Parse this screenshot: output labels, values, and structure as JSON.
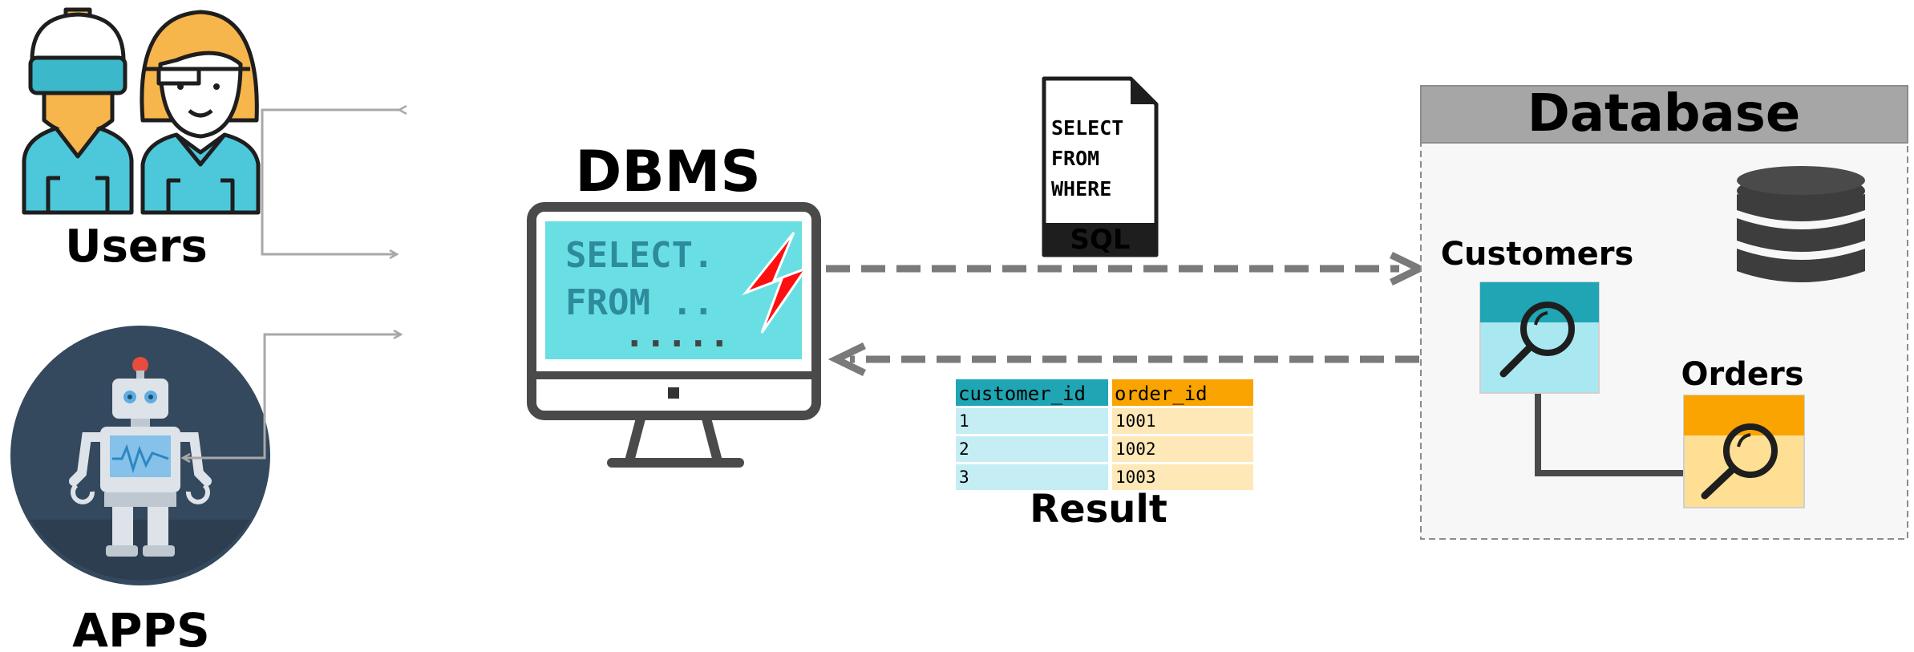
{
  "labels": {
    "users": "Users",
    "apps": "APPS",
    "dbms": "DBMS",
    "database": "Database",
    "customers": "Customers",
    "orders": "Orders",
    "result": "Result"
  },
  "screen": {
    "line1": "SELECT.",
    "line2": "FROM ..",
    "line3": "....."
  },
  "sql_doc": {
    "lines": [
      "SELECT",
      "FROM",
      "WHERE"
    ],
    "tag": "SQL"
  },
  "result_table": {
    "headers": [
      "customer_id",
      "order_id"
    ],
    "rows": [
      [
        "1",
        "1001"
      ],
      [
        "2",
        "1002"
      ],
      [
        "3",
        "1003"
      ]
    ]
  },
  "colors": {
    "teal_header": "#1fa5b4",
    "teal_light": "#a9e8f0",
    "orange_header": "#f9a400",
    "orange_light": "#ffdf94",
    "screen_fill": "#69dfe3",
    "customers_text": "#17727a",
    "orders_text": "#b8860b",
    "arrow_gray": "#7a7a7a",
    "db_header": "#a6a6a6"
  }
}
